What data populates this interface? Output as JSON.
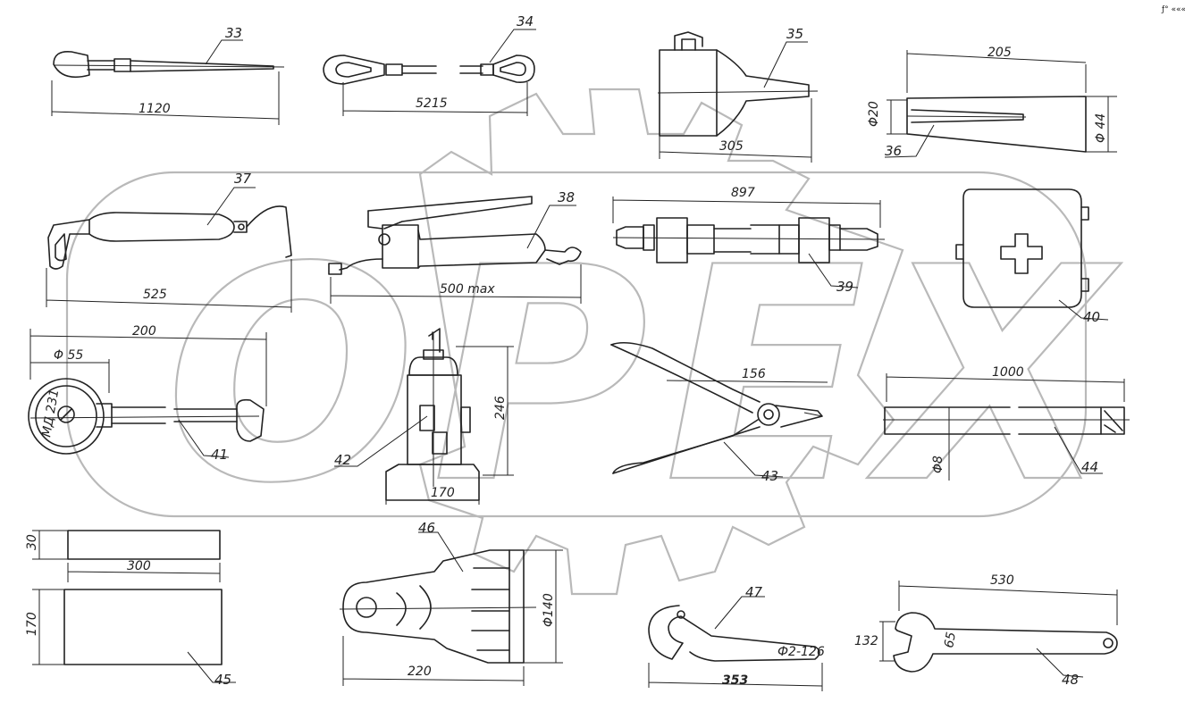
{
  "watermark": {
    "text": "OPEX",
    "color": "#b9b9b9"
  },
  "corner_mark": "ƒ° «««",
  "parts": [
    {
      "id": "33",
      "dim": "1120"
    },
    {
      "id": "34",
      "dim": "5215"
    },
    {
      "id": "35",
      "dim": "305"
    },
    {
      "id": "36",
      "dim": "205",
      "dim_a": "Φ20",
      "dim_b": "Φ 44"
    },
    {
      "id": "37",
      "dim": "525"
    },
    {
      "id": "38",
      "dim": "500 max"
    },
    {
      "id": "39",
      "dim": "897"
    },
    {
      "id": "40"
    },
    {
      "id": "41",
      "dim": "200",
      "dim_a": "Φ 55",
      "marking": "МД 231"
    },
    {
      "id": "42",
      "dim": "170",
      "dim_a": "246"
    },
    {
      "id": "43",
      "dim": "156"
    },
    {
      "id": "44",
      "dim": "1000",
      "dim_a": "Φ8"
    },
    {
      "id": "45",
      "dim": "300",
      "dim_a": "30",
      "dim_b": "170"
    },
    {
      "id": "46",
      "dim": "220",
      "dim_a": "Φ140"
    },
    {
      "id": "47",
      "dim": "353",
      "marking": "Ф2-126"
    },
    {
      "id": "48",
      "dim": "530",
      "dim_a": "132",
      "marking": "65"
    }
  ]
}
